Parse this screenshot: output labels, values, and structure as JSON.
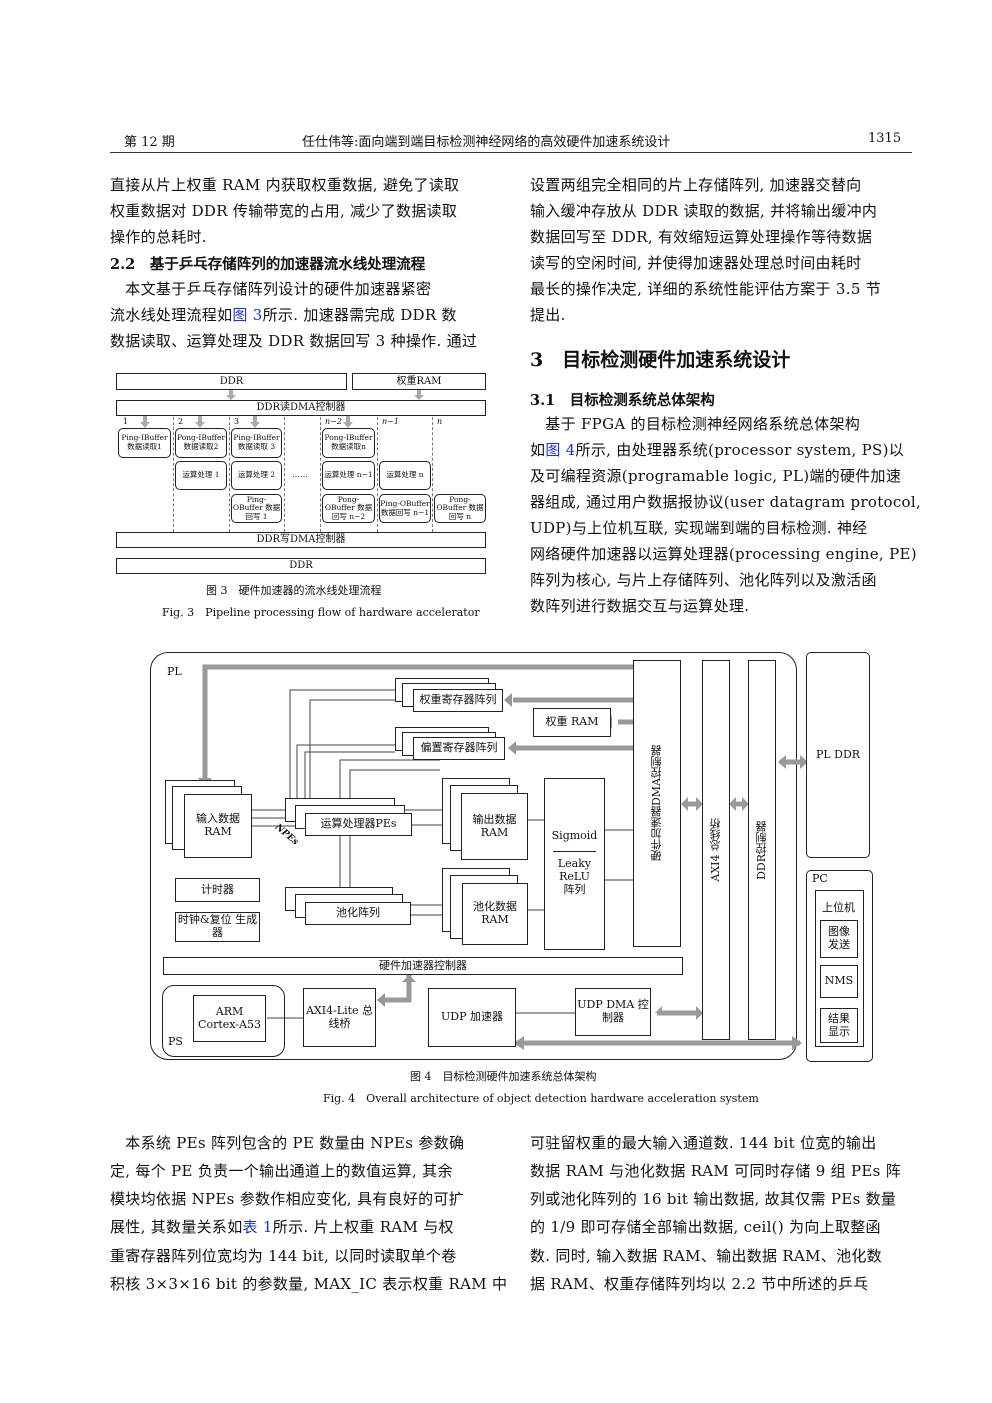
{
  "header": {
    "issue": "第 12 期",
    "title": "任仕伟等:面向端到端目标检测神经网络的高效硬件加速系统设计",
    "page": "1315"
  },
  "left_top": {
    "lines": [
      "直接从片上权重 RAM 内获取权重数据, 避免了读取",
      "权重数据对 DDR 传输带宽的占用, 减少了数据读取",
      "操作的总耗时."
    ],
    "section_2_2": "2.2　基于乒乓存储阵列的加速器流水线处理流程",
    "p2_lines": [
      "　本文基于乒乓存储阵列设计的硬件加速器紧密",
      "数据读取、运算处理及 DDR 数据回写 3 种操作. 通过"
    ],
    "p2_l2_pre": "流水线处理流程如",
    "p2_l2_link": "图 3",
    "p2_l2_post": "所示. 加速器需完成 DDR 数"
  },
  "right_top": {
    "lines": [
      "设置两组完全相同的片上存储阵列, 加速器交替向",
      "输入缓冲存放从 DDR 读取的数据, 并将输出缓冲内",
      "数据回写至 DDR, 有效缩短运算处理操作等待数据",
      "读写的空闲时间, 并使得加速器处理总时间由耗时",
      "最长的操作决定, 详细的系统性能评估方案于 3.5 节",
      "提出."
    ],
    "section_3": "3　目标检测硬件加速系统设计",
    "section_3_1": "3.1　目标检测系统总体架构",
    "p_lines": [
      "　基于 FPGA 的目标检测神经网络系统总体架构",
      "及可编程资源(programable logic, PL)端的硬件加速",
      "器组成, 通过用户数据报协议(user datagram protocol,",
      "UDP)与上位机互联, 实现端到端的目标检测. 神经",
      "网络硬件加速器以运算处理器(processing engine, PE)",
      "阵列为核心, 与片上存储阵列、池化阵列以及激活函",
      "数阵列进行数据交互与运算处理."
    ],
    "p_l2_pre": "如",
    "p_l2_link": "图 4",
    "p_l2_post": "所示, 由处理器系统(processor system, PS)以"
  },
  "fig3": {
    "ddr": "DDR",
    "weight_ram": "权重RAM",
    "read_dma": "DDR读DMA控制器",
    "write_dma": "DDR写DMA控制器",
    "ddr_bottom": "DDR",
    "cols": [
      "1",
      "2",
      "3",
      "n−2",
      "n−1",
      "n"
    ],
    "row1": [
      "Ping-IBuffer 数据读取1",
      "Pong-IBuffer 数据读取2",
      "Ping-IBuffer 数据读取 3",
      "Pong-IBuffer 数据读取n"
    ],
    "row2": [
      "运算处理 1",
      "运算处理 2",
      "运算处理 n−1",
      "运算处理 n"
    ],
    "row3": [
      "Ping-OBuffer 数据回写 1",
      "Pong-OBuffer 数据回写 n−2",
      "Ping-OBuffer 数据回写 n−1",
      "Pong-OBuffer 数据回写 n"
    ],
    "ellipsis": "……",
    "caption_cn": "图 3　硬件加速器的流水线处理流程",
    "caption_en": "Fig. 3　Pipeline processing flow of hardware accelerator"
  },
  "fig4": {
    "pl": "PL",
    "ps": "PS",
    "pc": "PC",
    "input_ram": "输入数据 RAM",
    "timer": "计时器",
    "clock_reset": "时钟&复位 生成器",
    "weight_reg": "权重寄存器阵列",
    "weight_ram": "权重 RAM",
    "bias_reg": "偏置寄存器阵列",
    "pes": "运算处理器PEs",
    "npes": "NPEs",
    "output_ram": "输出数据 RAM",
    "pool_array": "池化阵列",
    "pool_ram": "池化数据 RAM",
    "sigmoid": "Sigmoid",
    "leaky": "Leaky ReLU 阵列",
    "dma_ctrl": "硬件加速器DMA控制器",
    "axi4": "AXI4 总线桥",
    "ddr_ctrl": "DDR控制器",
    "pl_ddr": "PL DDR",
    "host": "上位机",
    "img_send": "图像 发送",
    "nms": "NMS",
    "result": "结果 显示",
    "acc_ctrl": "硬件加速器控制器",
    "arm": "ARM Cortex-A53",
    "axi_lite": "AXI4-Lite 总线桥",
    "udp_acc": "UDP 加速器",
    "udp_dma": "UDP DMA 控制器",
    "caption_cn": "图 4　目标检测硬件加速系统总体架构",
    "caption_en": "Fig. 4　Overall architecture of object detection hardware acceleration system"
  },
  "bottom_left": {
    "lines": [
      "　本系统 PEs 阵列包含的 PE 数量由 NPEs 参数确",
      "定, 每个 PE 负责一个输出通道上的数值运算, 其余",
      "模块均依据 NPEs 参数作相应变化, 具有良好的可扩",
      "重寄存器阵列位宽均为 144 bit, 以同时读取单个卷",
      "积核 3×3×16 bit 的参数量, MAX_IC 表示权重 RAM 中"
    ],
    "l4_pre": "展性, 其数量关系如",
    "l4_link": "表 1",
    "l4_post": "所示. 片上权重 RAM 与权"
  },
  "bottom_right": {
    "lines": [
      "可驻留权重的最大输入通道数. 144 bit 位宽的输出",
      "数据 RAM 与池化数据 RAM 可同时存储 9 组 PEs 阵",
      "列或池化阵列的 16 bit 输出数据, 故其仅需 PEs 数量",
      "的 1/9 即可存储全部输出数据, ceil() 为向上取整函",
      "数. 同时, 输入数据 RAM、输出数据 RAM、池化数",
      "据 RAM、权重存储阵列均以 2.2 节中所述的乒乓"
    ]
  }
}
